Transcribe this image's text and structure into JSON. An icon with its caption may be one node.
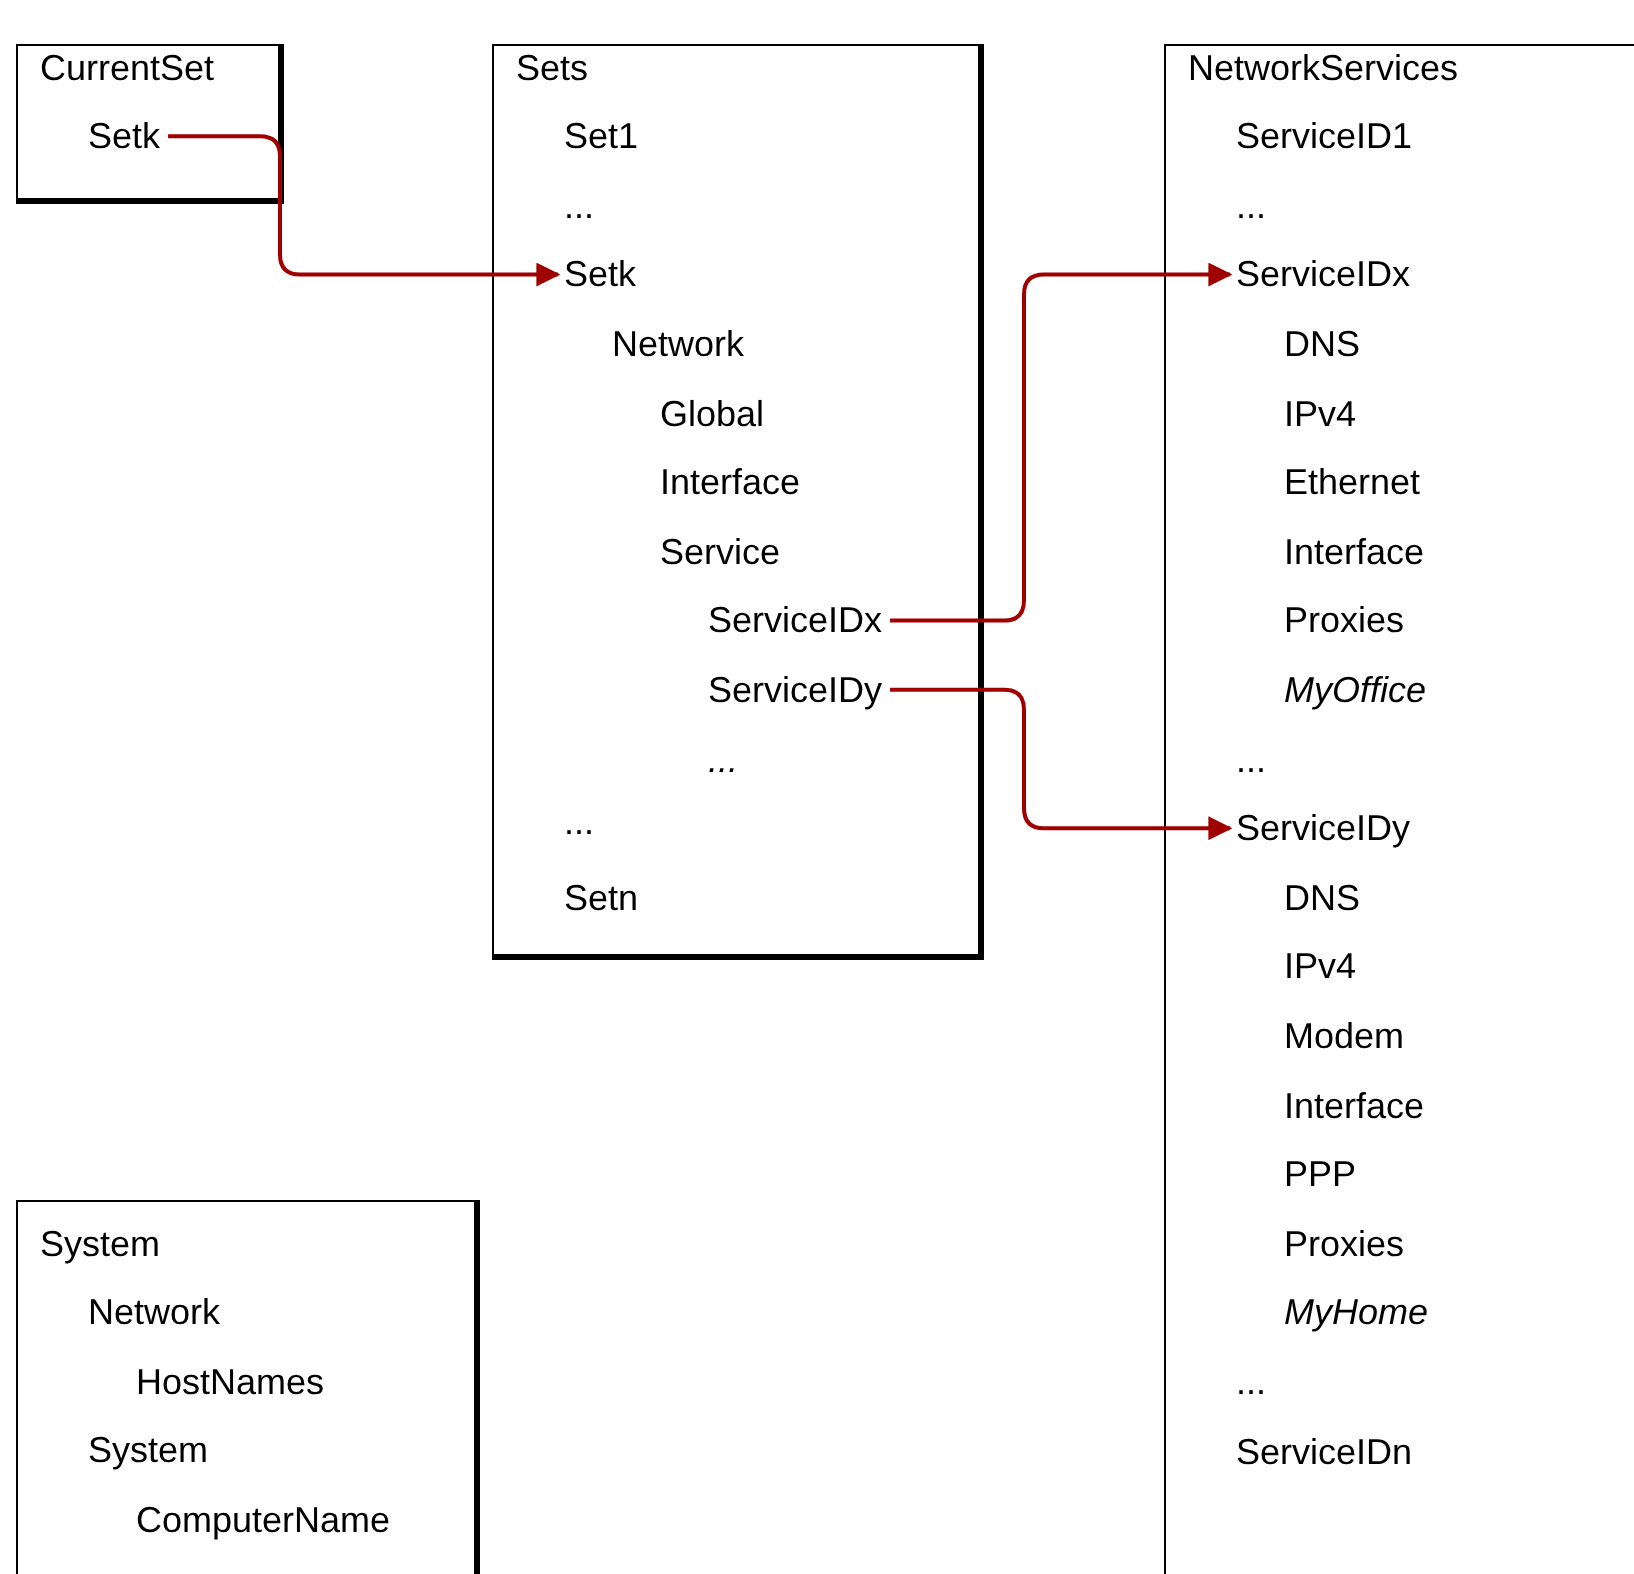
{
  "diagram": {
    "nodes": [
      {
        "text": [
          "CurrentSet"
        ]
      },
      {
        "text": [
          "Setk"
        ],
        "in": 0
      },
      {
        "text": [
          "Sets"
        ]
      },
      {
        "text": [
          "Set1"
        ],
        "in": 2
      },
      {
        "text": [
          "..."
        ],
        "in": 2
      },
      {
        "text": [
          "Setk"
        ],
        "in": 2
      },
      {
        "text": [
          "Network"
        ],
        "in": 2
      },
      {
        "text": [
          "Global"
        ],
        "in": 2
      },
      {
        "text": [
          "Interface"
        ],
        "in": 2
      },
      {
        "text": [
          "Service"
        ],
        "in": 2
      },
      {
        "text": [
          "ServiceIDx"
        ],
        "in": 2
      },
      {
        "text": [
          "ServiceIDy"
        ],
        "in": 2
      },
      {
        "text": [
          "..."
        ],
        "in": 2
      },
      {
        "text": [
          "..."
        ],
        "in": 2
      },
      {
        "text": [
          "Setn"
        ],
        "in": 2
      },
      {
        "text": [
          "NetworkServices"
        ]
      },
      {
        "text": [
          "ServiceID1"
        ],
        "in": 15
      },
      {
        "text": [
          "..."
        ],
        "in": 15
      },
      {
        "text": [
          "ServiceIDx"
        ],
        "in": 15
      },
      {
        "text": [
          "DNS"
        ],
        "in": 15
      },
      {
        "text": [
          "IPv4"
        ],
        "in": 15
      },
      {
        "text": [
          "Ethernet"
        ],
        "in": 15
      },
      {
        "text": [
          "Interface"
        ],
        "in": 15
      },
      {
        "text": [
          "Proxies"
        ],
        "in": 15
      },
      {
        "text": [
          "MyOffice"
        ],
        "in": 15
      },
      {
        "text": [
          "..."
        ],
        "in": 15
      },
      {
        "text": [
          "ServiceIDy"
        ],
        "in": 15
      },
      {
        "text": [
          "DNS"
        ],
        "in": 15
      },
      {
        "text": [
          "IPv4"
        ],
        "in": 15
      },
      {
        "text": [
          "Modem"
        ],
        "in": 15
      },
      {
        "text": [
          "Interface"
        ],
        "in": 15
      },
      {
        "text": [
          "PPP"
        ],
        "in": 15
      },
      {
        "text": [
          "Proxies"
        ],
        "in": 15
      },
      {
        "text": [
          "MyHome"
        ],
        "in": 15
      },
      {
        "text": [
          "..."
        ],
        "in": 15
      },
      {
        "text": [
          "ServiceIDn"
        ],
        "in": 15
      },
      {
        "text": [
          "System"
        ]
      },
      {
        "text": [
          "Network"
        ],
        "in": 36
      },
      {
        "text": [
          "HostNames"
        ],
        "in": 36
      },
      {
        "text": [
          "System"
        ],
        "in": 36
      },
      {
        "text": [
          "ComputerName"
        ],
        "in": 36
      }
    ],
    "edges": [
      {
        "from": 1,
        "to": 5,
        "arrow": "to"
      },
      {
        "from": 10,
        "to": 18,
        "arrow": "to"
      },
      {
        "from": 11,
        "to": 26,
        "arrow": "to"
      }
    ]
  }
}
